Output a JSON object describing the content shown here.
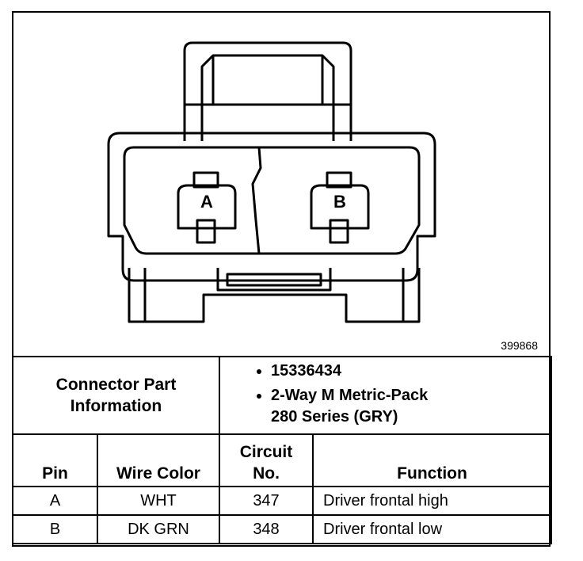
{
  "diagram": {
    "reference_number": "399868",
    "cavities": [
      {
        "label": "A"
      },
      {
        "label": "B"
      }
    ]
  },
  "connector_info": {
    "label_line1": "Connector Part",
    "label_line2": "Information",
    "part_number": "15336434",
    "description_line1": "2-Way M Metric-Pack",
    "description_line2": "280 Series (GRY)"
  },
  "table": {
    "headers": {
      "pin": "Pin",
      "wire_color": "Wire Color",
      "circuit_line1": "Circuit",
      "circuit_line2": "No.",
      "function": "Function"
    },
    "rows": [
      {
        "pin": "A",
        "wire_color": "WHT",
        "circuit": "347",
        "function": "Driver frontal high"
      },
      {
        "pin": "B",
        "wire_color": "DK GRN",
        "circuit": "348",
        "function": "Driver frontal low"
      }
    ]
  }
}
